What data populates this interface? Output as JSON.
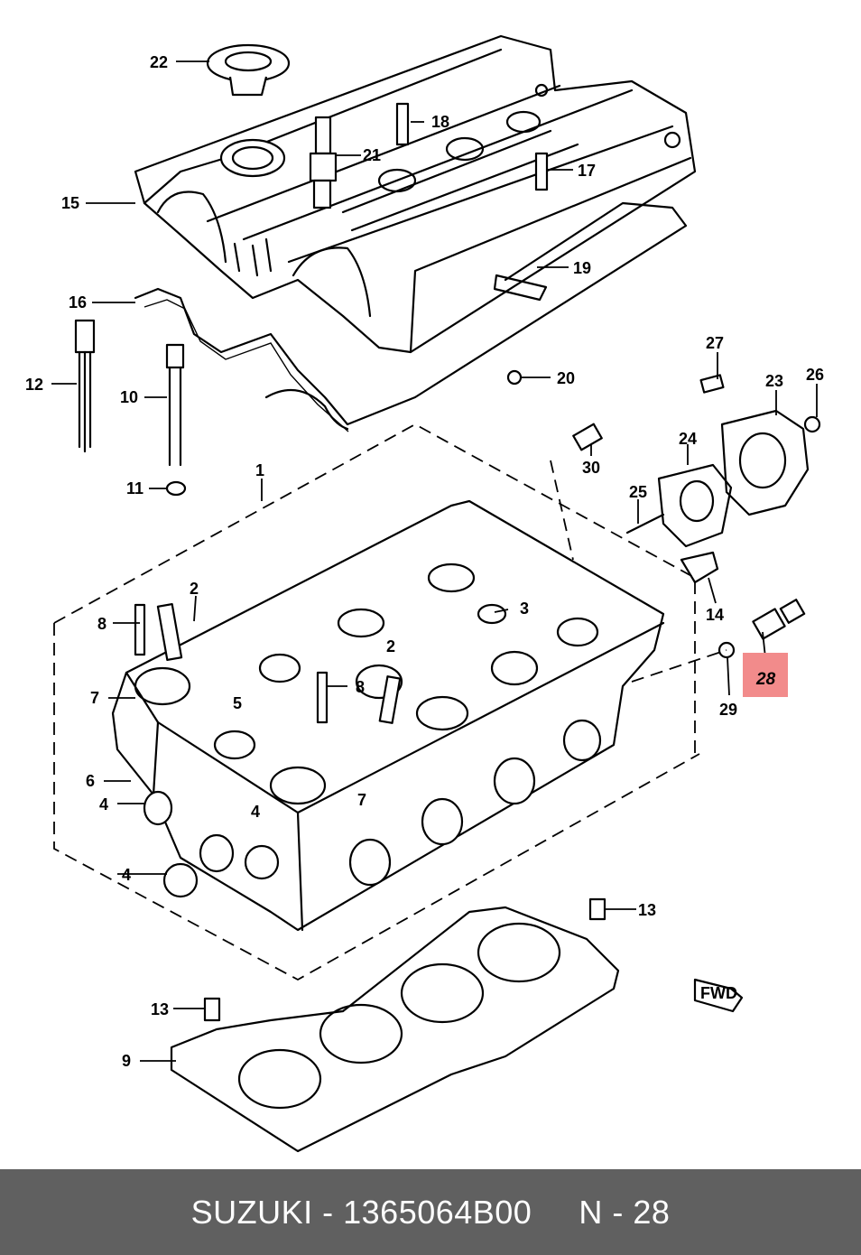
{
  "diagram": {
    "callouts": [
      "1",
      "2",
      "2",
      "3",
      "4",
      "4",
      "4",
      "5",
      "6",
      "7",
      "7",
      "8",
      "8",
      "9",
      "10",
      "11",
      "12",
      "13",
      "13",
      "14",
      "15",
      "16",
      "17",
      "18",
      "19",
      "20",
      "21",
      "22",
      "23",
      "24",
      "25",
      "26",
      "27",
      "28",
      "29",
      "30"
    ],
    "highlighted_callout": "28",
    "highlight_color": "#f28b8b",
    "fwd_badge": "FWD"
  },
  "footer": {
    "brand": "SUZUKI",
    "part_number": "1365064B00",
    "reference": "N - 28",
    "background": "#606060"
  }
}
